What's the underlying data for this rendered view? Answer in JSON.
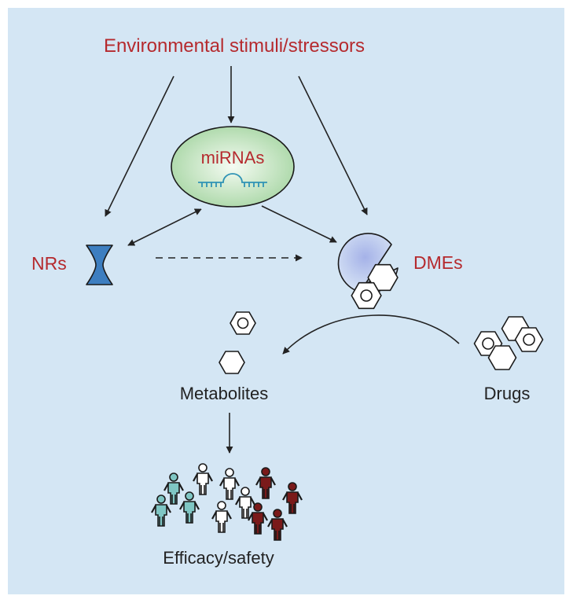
{
  "labels": {
    "title": "Environmental stimuli/stressors",
    "mirnas": "miRNAs",
    "nrs": "NRs",
    "dmes": "DMEs",
    "metabolites": "Metabolites",
    "drugs": "Drugs",
    "outcome": "Efficacy/safety"
  },
  "colors": {
    "background": "#d4e6f4",
    "accent_red": "#b52a2e",
    "text_dark": "#222222",
    "nr_blue": "#3d7ec0",
    "mirna_fill": "#c3e2c3",
    "mirna_strand": "#2f93b5",
    "dme_fill": "#a9b9ea",
    "person_teal": "#7fc6c4",
    "person_maroon": "#7a1a1a",
    "person_white": "#ffffff"
  },
  "icons": {
    "nrs": "nuclear-receptor-icon",
    "mirnas": "mirna-hairpin-icon",
    "dmes": "enzyme-pacman-icon",
    "drugs": "drug-molecule-icon",
    "metabolites": "metabolite-molecule-icon",
    "population": "population-people-icon"
  }
}
